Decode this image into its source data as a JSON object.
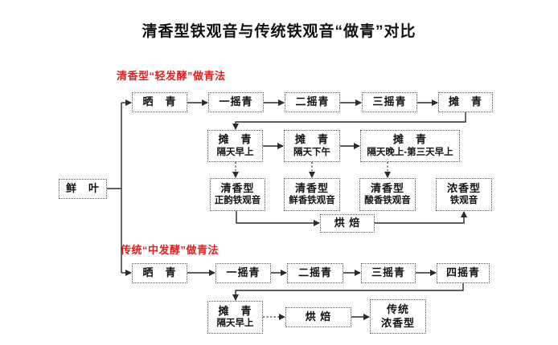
{
  "title": "清香型铁观音与传统铁观音“做青”对比",
  "colors": {
    "accent_red": "#e02020",
    "line": "#2b2b2b",
    "text": "#111111"
  },
  "fresh_leaf": "鲜　叶",
  "light": {
    "label": "清香型“轻发酵”做青法",
    "steps": [
      "晒　青",
      "一摇青",
      "二摇青",
      "三摇青",
      "摊　青"
    ],
    "spread": [
      {
        "t": "摊　青",
        "s": "隔天早上"
      },
      {
        "t": "摊　青",
        "s": "隔天下午"
      },
      {
        "t": "摊　青",
        "s": "隔天晚上-第三天早上"
      }
    ],
    "results": [
      {
        "t": "清香型",
        "s": "正韵铁观音"
      },
      {
        "t": "清香型",
        "s": "鲜香铁观音"
      },
      {
        "t": "清香型",
        "s": "酸香铁观音"
      },
      {
        "t": "浓香型",
        "s": "铁观音"
      }
    ],
    "baking": "烘 焙"
  },
  "traditional": {
    "label": "传统“中发酵”做青法",
    "steps": [
      "晒　青",
      "一摇青",
      "二摇青",
      "三摇青",
      "四摇青"
    ],
    "spread": {
      "t": "摊　青",
      "s": "隔天早上"
    },
    "baking": "烘 焙",
    "result": {
      "t": "传统",
      "s": "浓香型"
    }
  }
}
